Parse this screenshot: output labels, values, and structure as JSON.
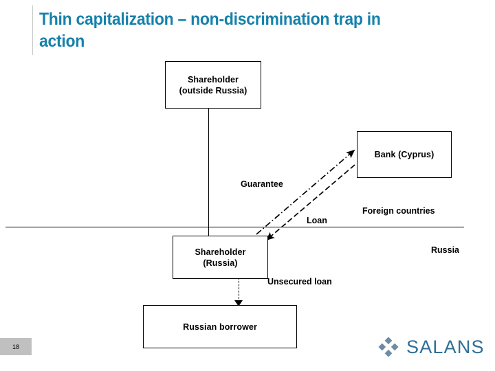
{
  "slide": {
    "title": "Thin capitalization – non-discrimination trap in action",
    "title_color": "#1681ab",
    "page_number": "18"
  },
  "diagram": {
    "boxes": [
      {
        "id": "shareholder-outside",
        "label": "Shareholder\n(outside Russia)"
      },
      {
        "id": "bank-cyprus",
        "label": "Bank (Cyprus)"
      },
      {
        "id": "shareholder-russia",
        "label": "Shareholder\n(Russia)"
      },
      {
        "id": "russian-borrower",
        "label": "Russian borrower"
      }
    ],
    "connector_labels": {
      "guarantee": "Guarantee",
      "loan": "Loan",
      "unsecured_loan": "Unsecured loan"
    },
    "region_labels": {
      "foreign": "Foreign countries",
      "domestic": "Russia"
    },
    "line_color": "#000000"
  },
  "footer": {
    "logo_text": "SALANS",
    "logo_color": "#2e6f96",
    "logo_mark_color": "#6f8ba3"
  }
}
